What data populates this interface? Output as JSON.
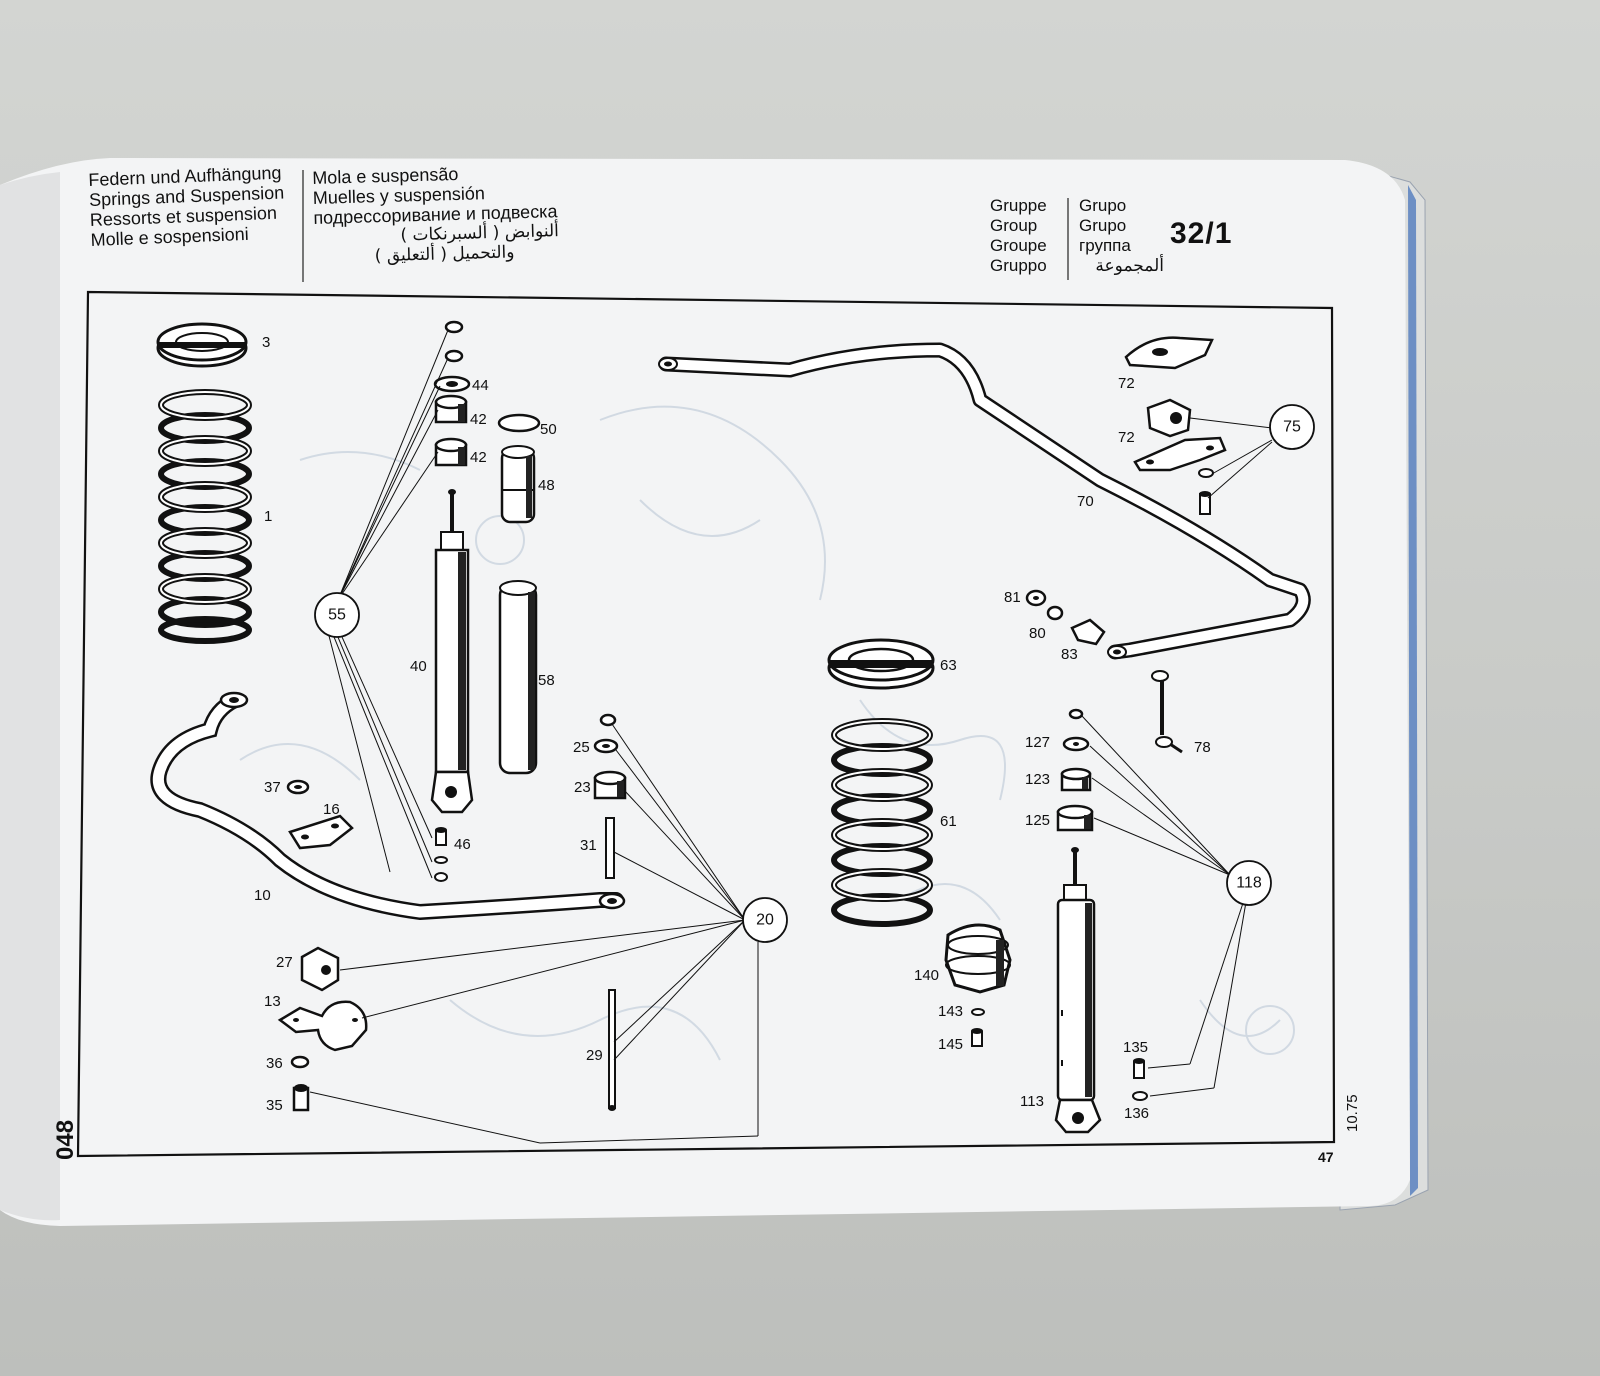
{
  "header": {
    "titles_left": [
      "Federn und Aufhängung",
      "Springs and Suspension",
      "Ressorts et suspension",
      "Molle e sospensioni"
    ],
    "titles_right": [
      "Mola e suspensão",
      "Muelles y suspensión",
      "подрессоривание и подвеска"
    ],
    "arabic_line1": "ألنوابض ( ألسبرنكات )",
    "arabic_line2": "والتحميل ( ألتعليق )",
    "group_labels": [
      "Gruppe",
      "Group",
      "Groupe",
      "Gruppo"
    ],
    "group_labels_2": [
      "Grupo",
      "Grupo",
      "группа",
      "ألمجموعة"
    ],
    "group_number": "32/1"
  },
  "footer": {
    "left_page_number": "048",
    "date_code": "10.75",
    "right_page_number": "47"
  },
  "callouts": {
    "c3": "3",
    "c1": "1",
    "c44": "44",
    "c42a": "42",
    "c42b": "42",
    "c50": "50",
    "c48": "48",
    "c55": "55",
    "c40": "40",
    "c58": "58",
    "c46": "46",
    "c37": "37",
    "c16": "16",
    "c10": "10",
    "c25": "25",
    "c23": "23",
    "c31": "31",
    "c20": "20",
    "c27": "27",
    "c13": "13",
    "c36": "36",
    "c35": "35",
    "c29": "29",
    "c72a": "72",
    "c72b": "72",
    "c75": "75",
    "c70": "70",
    "c81": "81",
    "c80": "80",
    "c83": "83",
    "c63": "63",
    "c78": "78",
    "c127": "127",
    "c123": "123",
    "c125": "125",
    "c61": "61",
    "c118": "118",
    "c140": "140",
    "c143": "143",
    "c145": "145",
    "c135": "135",
    "c113": "113",
    "c136": "136"
  }
}
